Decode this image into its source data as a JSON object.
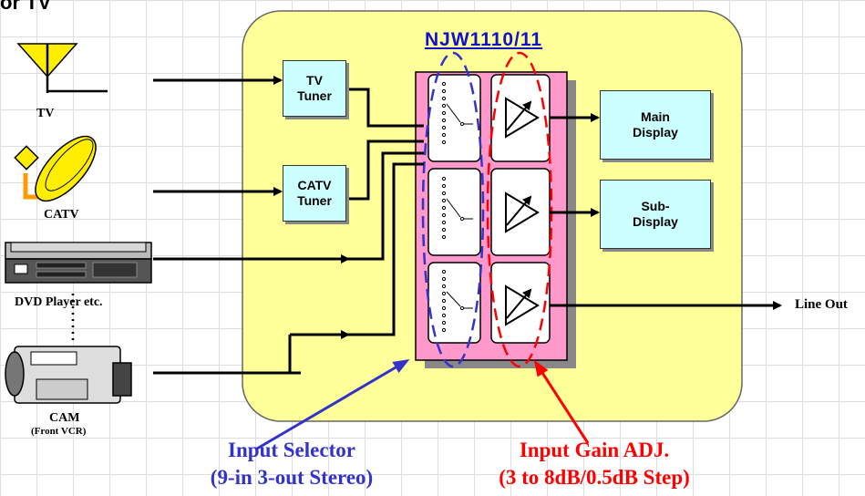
{
  "header_partial": "or TV",
  "chip_title": "NJW1110/11",
  "sources": {
    "tv": "TV",
    "catv": "CATV",
    "dvd": "DVD Player etc.",
    "cam": "CAM",
    "cam_sub": "(Front VCR)"
  },
  "blocks": {
    "tv_tuner": "TV\nTuner",
    "catv_tuner": "CATV\nTuner",
    "main_display": "Main\nDisplay",
    "sub_display": "Sub-\nDisplay"
  },
  "line_out": "Line Out",
  "callouts": {
    "selector_title": "Input Selector",
    "selector_sub": "(9-in 3-out Stereo)",
    "gain_title": "Input Gain ADJ.",
    "gain_sub": "(3 to 8dB/0.5dB Step)"
  },
  "colors": {
    "panel": "#ffff99",
    "chip": "#ff99cc",
    "box": "#ccffff",
    "selector_accent": "#3333cc",
    "gain_accent": "#ff0000"
  }
}
